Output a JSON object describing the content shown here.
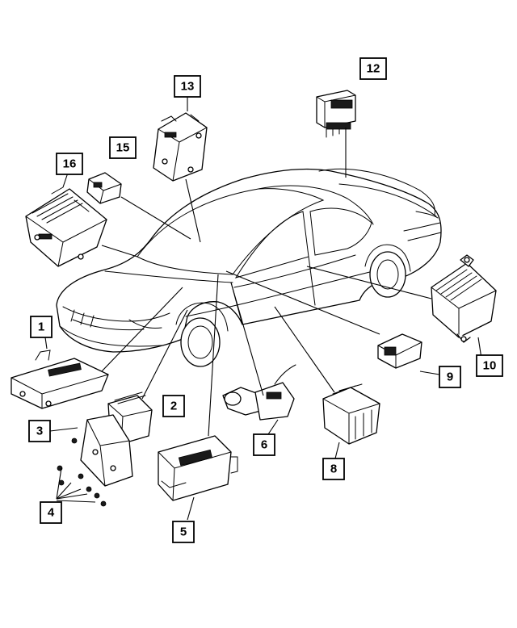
{
  "diagram": {
    "callouts": [
      {
        "id": "c1",
        "label": "1"
      },
      {
        "id": "c2",
        "label": "2"
      },
      {
        "id": "c3",
        "label": "3"
      },
      {
        "id": "c4",
        "label": "4"
      },
      {
        "id": "c5",
        "label": "5"
      },
      {
        "id": "c6",
        "label": "6"
      },
      {
        "id": "c8",
        "label": "8"
      },
      {
        "id": "c9",
        "label": "9"
      },
      {
        "id": "c10",
        "label": "10"
      },
      {
        "id": "c12",
        "label": "12"
      },
      {
        "id": "c13",
        "label": "13"
      },
      {
        "id": "c15",
        "label": "15"
      },
      {
        "id": "c16",
        "label": "16"
      }
    ]
  }
}
